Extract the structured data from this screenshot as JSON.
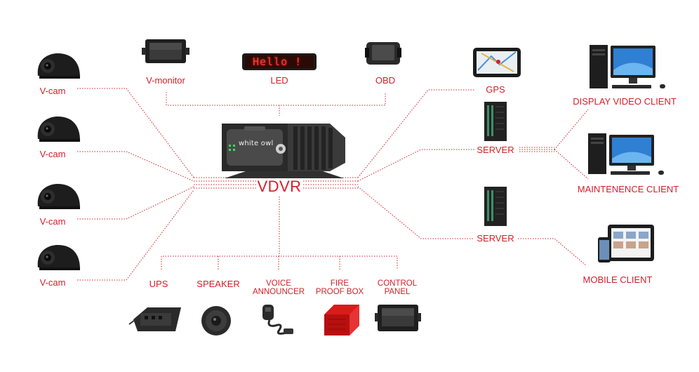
{
  "hub": {
    "label": "VDVR",
    "brand": "white owl"
  },
  "led_display_text": "Hello !",
  "cameras": [
    {
      "label": "V-cam"
    },
    {
      "label": "V-cam"
    },
    {
      "label": "V-cam"
    },
    {
      "label": "V-cam"
    }
  ],
  "top_devices": [
    {
      "label": "V-monitor",
      "icon": "monitor-icon"
    },
    {
      "label": "LED",
      "icon": "led-display-icon"
    },
    {
      "label": "OBD",
      "icon": "obd-scanner-icon"
    }
  ],
  "bottom_devices": [
    {
      "line1": "UPS",
      "line2": "",
      "icon": "ups-icon"
    },
    {
      "line1": "SPEAKER",
      "line2": "",
      "icon": "speaker-icon"
    },
    {
      "line1": "VOICE",
      "line2": "ANNOUNCER",
      "icon": "microphone-icon"
    },
    {
      "line1": "FIRE",
      "line2": "PROOF BOX",
      "icon": "fireproof-box-icon"
    },
    {
      "line1": "CONTROL",
      "line2": "PANEL",
      "icon": "control-panel-icon"
    }
  ],
  "right_network": {
    "gps": "GPS",
    "server_top": "SERVER",
    "server_bottom": "SERVER"
  },
  "clients": [
    {
      "label": "DISPLAY VIDEO CLIENT",
      "icon": "desktop-computer-icon"
    },
    {
      "label": "MAINTENENCE CLIENT",
      "icon": "desktop-computer-icon"
    },
    {
      "label": "MOBILE CLIENT",
      "icon": "tablet-phone-icon"
    }
  ],
  "colors": {
    "accent": "#d3202a",
    "device_dark": "#2b2b2b",
    "device_mid": "#555555"
  }
}
